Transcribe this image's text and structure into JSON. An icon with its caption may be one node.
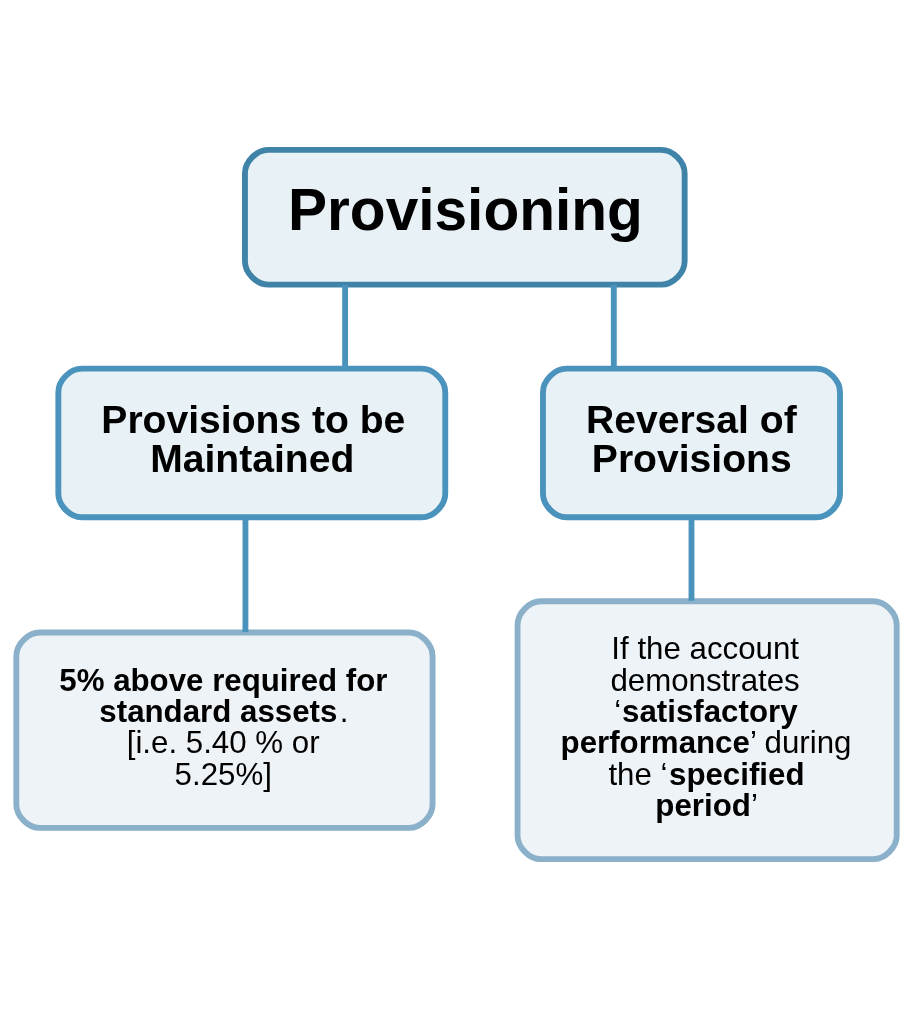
{
  "diagram": {
    "nodes": [
      {
        "text": [
          "Provisioning"
        ]
      },
      {
        "text": [
          "Provisions to be Maintained"
        ]
      },
      {
        "text": [
          "Reversal of Provisions"
        ]
      },
      {
        "text": [
          "**5% above required for standard assets**. [i.e. 5.40 % or 5.25%]"
        ]
      },
      {
        "text": [
          "If the account demonstrates ‘**satisfactory performance**’ during the ‘**specified period**’"
        ]
      }
    ],
    "edges": [
      {
        "from": 0,
        "to": 1,
        "arrow": "none"
      },
      {
        "from": 0,
        "to": 2,
        "arrow": "none"
      },
      {
        "from": 1,
        "to": 3,
        "arrow": "none"
      },
      {
        "from": 2,
        "to": 4,
        "arrow": "none"
      }
    ]
  }
}
